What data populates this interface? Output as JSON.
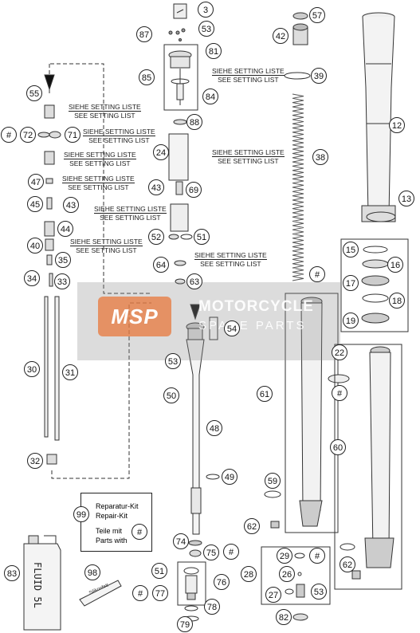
{
  "diagram": {
    "callouts": [
      {
        "id": "c3",
        "label": "3"
      },
      {
        "id": "c87",
        "label": "87"
      },
      {
        "id": "c53a",
        "label": "53"
      },
      {
        "id": "c81",
        "label": "81"
      },
      {
        "id": "c85",
        "label": "85"
      },
      {
        "id": "c84",
        "label": "84"
      },
      {
        "id": "c39",
        "label": "39"
      },
      {
        "id": "c57",
        "label": "57"
      },
      {
        "id": "c42",
        "label": "42"
      },
      {
        "id": "c55",
        "label": "55"
      },
      {
        "id": "c72",
        "label": "72"
      },
      {
        "id": "c72h",
        "label": "#"
      },
      {
        "id": "c71",
        "label": "71"
      },
      {
        "id": "c88",
        "label": "88"
      },
      {
        "id": "c24",
        "label": "24"
      },
      {
        "id": "c12",
        "label": "12"
      },
      {
        "id": "c38",
        "label": "38"
      },
      {
        "id": "c47",
        "label": "47"
      },
      {
        "id": "c43a",
        "label": "43"
      },
      {
        "id": "c69",
        "label": "69"
      },
      {
        "id": "c45",
        "label": "45"
      },
      {
        "id": "c43b",
        "label": "43"
      },
      {
        "id": "c44",
        "label": "44"
      },
      {
        "id": "c13",
        "label": "13"
      },
      {
        "id": "c52",
        "label": "52"
      },
      {
        "id": "c51a",
        "label": "51"
      },
      {
        "id": "c40",
        "label": "40"
      },
      {
        "id": "c15",
        "label": "15"
      },
      {
        "id": "c16",
        "label": "16"
      },
      {
        "id": "c64",
        "label": "64"
      },
      {
        "id": "c35",
        "label": "35"
      },
      {
        "id": "c34",
        "label": "34"
      },
      {
        "id": "c33",
        "label": "33"
      },
      {
        "id": "c63",
        "label": "63"
      },
      {
        "id": "cH1",
        "label": "#"
      },
      {
        "id": "c17",
        "label": "17"
      },
      {
        "id": "c18",
        "label": "18"
      },
      {
        "id": "c19",
        "label": "19"
      },
      {
        "id": "c54",
        "label": "54"
      },
      {
        "id": "c30",
        "label": "30"
      },
      {
        "id": "c31",
        "label": "31"
      },
      {
        "id": "c53b",
        "label": "53"
      },
      {
        "id": "c22",
        "label": "22"
      },
      {
        "id": "cH2",
        "label": "#"
      },
      {
        "id": "c50",
        "label": "50"
      },
      {
        "id": "c61",
        "label": "61"
      },
      {
        "id": "c48",
        "label": "48"
      },
      {
        "id": "c60",
        "label": "60"
      },
      {
        "id": "c32",
        "label": "32"
      },
      {
        "id": "c49",
        "label": "49"
      },
      {
        "id": "c59",
        "label": "59"
      },
      {
        "id": "c99",
        "label": "99"
      },
      {
        "id": "c62a",
        "label": "62"
      },
      {
        "id": "c74",
        "label": "74"
      },
      {
        "id": "c75",
        "label": "75"
      },
      {
        "id": "cH3",
        "label": "#"
      },
      {
        "id": "c29",
        "label": "29"
      },
      {
        "id": "cH4",
        "label": "#"
      },
      {
        "id": "c62b",
        "label": "62"
      },
      {
        "id": "c83",
        "label": "83"
      },
      {
        "id": "c98",
        "label": "98"
      },
      {
        "id": "c51b",
        "label": "51"
      },
      {
        "id": "c76",
        "label": "76"
      },
      {
        "id": "c28",
        "label": "28"
      },
      {
        "id": "c26",
        "label": "26"
      },
      {
        "id": "c53c",
        "label": "53"
      },
      {
        "id": "cH5",
        "label": "#"
      },
      {
        "id": "c77",
        "label": "77"
      },
      {
        "id": "c78",
        "label": "78"
      },
      {
        "id": "c27",
        "label": "27"
      },
      {
        "id": "c79",
        "label": "79"
      },
      {
        "id": "c82",
        "label": "82"
      }
    ],
    "notes": [
      {
        "line1": "SIEHE SETTING LISTE",
        "line2": "SEE SETTING LIST"
      }
    ],
    "repair_kit": {
      "line1": "Reparatur-Kit",
      "line2": "Repair-Kit",
      "line3": "Teile mit",
      "line4": "Parts with",
      "hash": "#"
    },
    "can_label": "FLUID 5L",
    "tube_label": "Silikonfett",
    "watermark": {
      "logo": "MSP",
      "line1": "MOTORCYCLE",
      "line2": "SPARE PARTS"
    }
  }
}
